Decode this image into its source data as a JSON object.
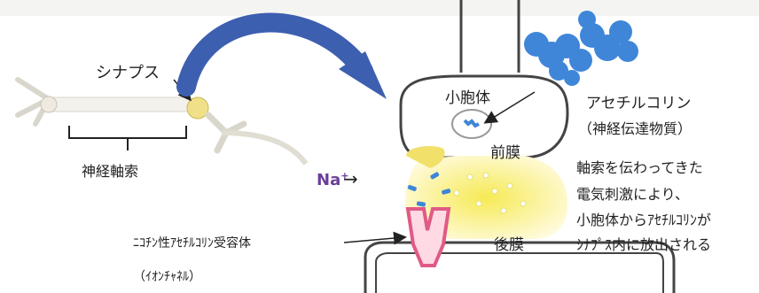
{
  "labels": {
    "synapse": "シナプス",
    "axon": "神経軸索",
    "vesicle": "小胞体",
    "acetylcholine": "アセチルコリン",
    "acetylcholine_note": "（神経伝達物質）",
    "presynaptic_membrane": "前膜",
    "sodium_ion": "Na",
    "sodium_charge": "+",
    "explanation_line1": "軸索を伝わってきた",
    "explanation_line2": "電気刺激により、",
    "explanation_line3": "小胞体からｱｾﾁﾙｺﾘﾝが",
    "explanation_line4": "ｼﾅﾌﾟｽ内に放出される",
    "receptor": "ﾆｺﾁﾝ性ｱｾﾁﾙｺﾘﾝ受容体",
    "ion_channel": "（ｲｵﾝﾁｬﾈﾙ）",
    "postsynaptic_membrane": "後膜"
  },
  "colors": {
    "arrow_blue": "#3d5fb0",
    "molecule_blue": "#3f86d8",
    "synapse_yellow": "#f6ea55",
    "receptor_pink": "#e05a86",
    "sodium_purple": "#6b3e9a"
  }
}
